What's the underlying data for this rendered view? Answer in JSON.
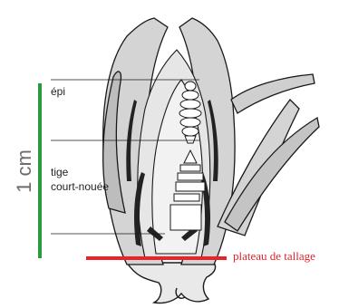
{
  "labels": {
    "scale": "1 cm",
    "epi": "épi",
    "tige_line1": "tige",
    "tige_line2": "court-nouée",
    "plateau": "plateau de tallage"
  },
  "colors": {
    "scale_bar": "#2a9a3e",
    "plateau_line": "#e8232a",
    "plateau_text": "#e8232a",
    "ink": "#1a1a1a",
    "leaf_fill": "#cfcfcf",
    "leaf_dark": "#8a8a8a"
  }
}
